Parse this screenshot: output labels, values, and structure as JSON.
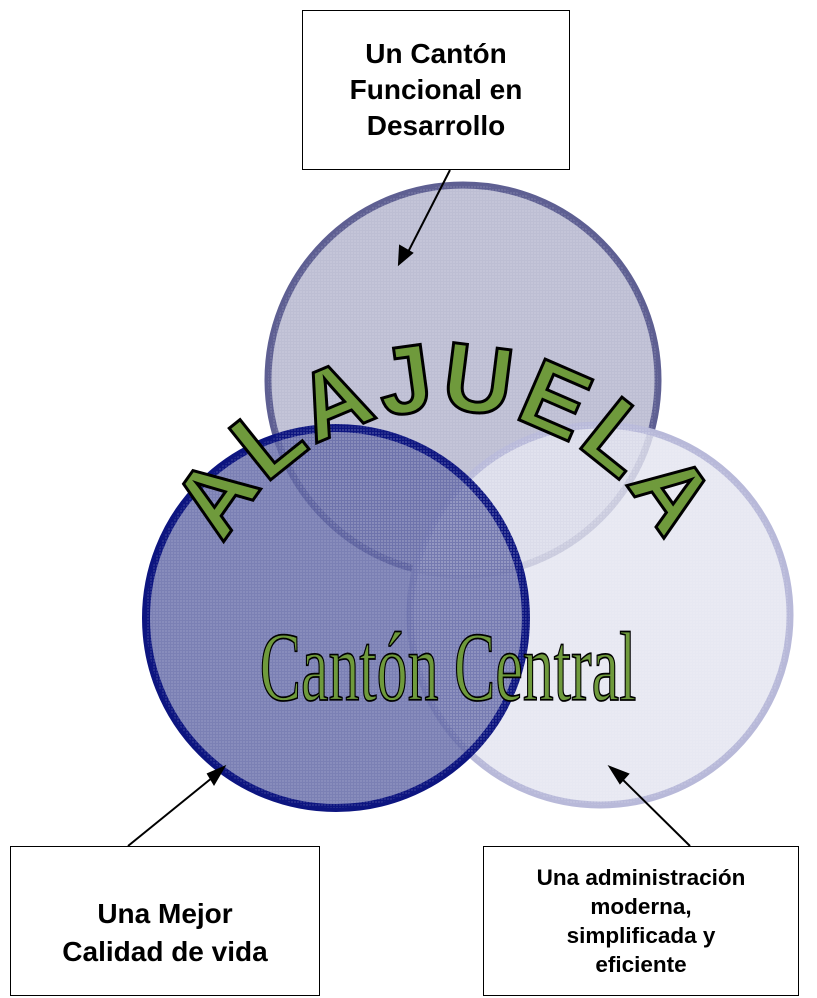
{
  "diagram": {
    "top_box": {
      "lines": [
        "Un Cantón",
        "Funcional en",
        "Desarrollo"
      ]
    },
    "left_box": {
      "lines": [
        "Una Mejor",
        "Calidad de vida"
      ]
    },
    "right_box": {
      "lines": [
        "Una administración",
        "moderna,",
        "simplificada y",
        "eficiente"
      ]
    },
    "title_arc": "ALAJUELA",
    "subtitle": "Cantón Central",
    "colors": {
      "circle_top_fill": "#b7b8cf",
      "circle_top_stroke": "#5e5f92",
      "circle_left_fill": "#5e64a4",
      "circle_left_stroke": "#0d1580",
      "circle_right_fill": "#e2e3ef",
      "circle_right_stroke": "#b8b9d9",
      "wordart_fill": "#6f9a3c",
      "wordart_stroke": "#000000"
    }
  }
}
